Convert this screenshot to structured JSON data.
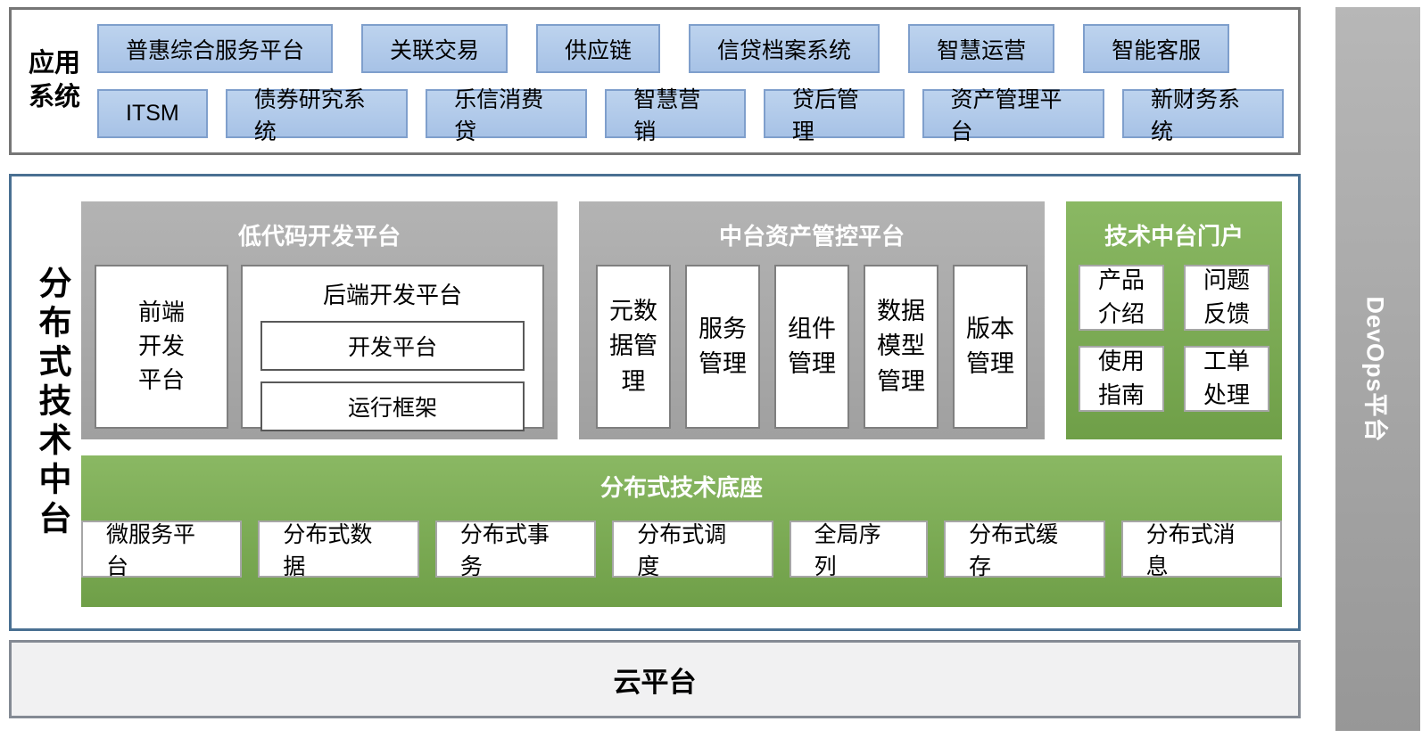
{
  "app_systems": {
    "label": "应用系统",
    "row1": [
      "普惠综合服务平台",
      "关联交易",
      "供应链",
      "信贷档案系统",
      "智慧运营",
      "智能客服"
    ],
    "row2": [
      "ITSM",
      "债券研究系统",
      "乐信消费贷",
      "智慧营销",
      "贷后管理",
      "资产管理平台",
      "新财务系统"
    ]
  },
  "middle": {
    "label": "分布式技术中台",
    "low_code": {
      "title": "低代码开发平台",
      "frontend": "前端开发平台",
      "backend": {
        "title": "后端开发平台",
        "items": [
          "开发平台",
          "运行框架"
        ]
      }
    },
    "asset": {
      "title": "中台资产管控平台",
      "items": [
        "元数据管理",
        "服务管理",
        "组件管理",
        "数据模型管理",
        "版本管理"
      ]
    },
    "portal": {
      "title": "技术中台门户",
      "items": [
        "产品介绍",
        "问题反馈",
        "使用指南",
        "工单处理"
      ]
    },
    "base": {
      "title": "分布式技术底座",
      "items": [
        "微服务平台",
        "分布式数据",
        "分布式事务",
        "分布式调度",
        "全局序列",
        "分布式缓存",
        "分布式消息"
      ]
    }
  },
  "cloud": {
    "label": "云平台"
  },
  "devops": {
    "label": "DevOps平台"
  },
  "colors": {
    "blue_box_fill": "#aec8e8",
    "blue_box_border": "#7f9fcc",
    "gray_panel": "#ababab",
    "green_panel_top": "#8ab863",
    "green_panel_bottom": "#6f9f48",
    "middle_panel_border": "#4a7092",
    "app_panel_border": "#767676",
    "cloud_fill": "#f1f1f2",
    "cloud_border": "#848a94",
    "devops_bar": "#a7a7a7",
    "white_box_border": "#7f7f7f",
    "inner_box_border": "#595959",
    "green_box_border": "#a6a6a6"
  }
}
